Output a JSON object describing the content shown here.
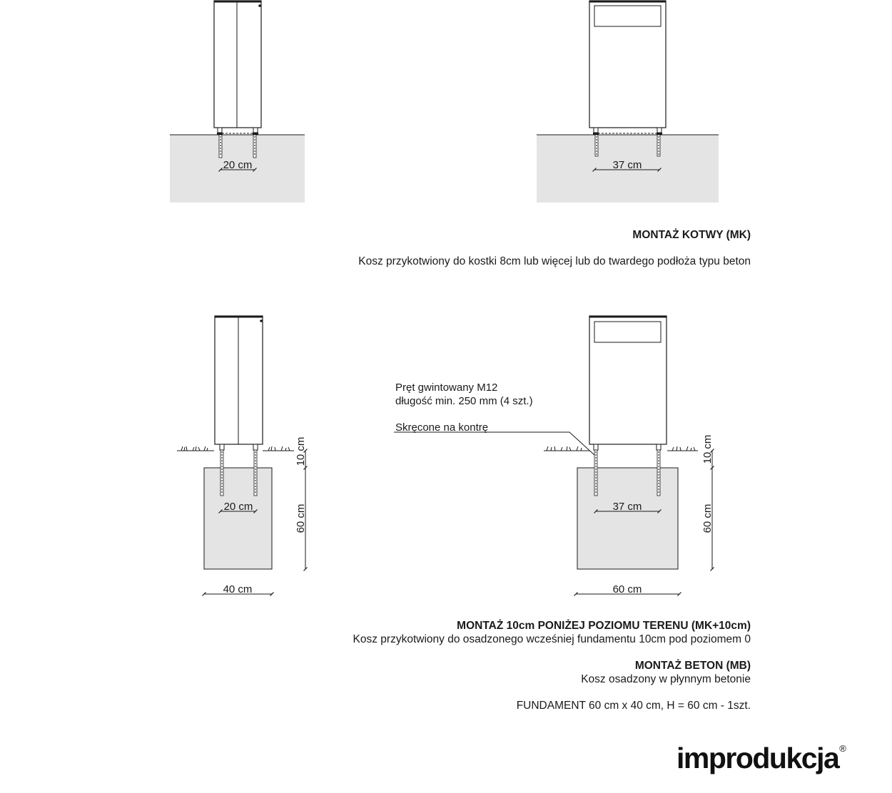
{
  "colors": {
    "ground": "#e4e4e4",
    "lines": "#1a1a1a",
    "bin_fill": "#ffffff"
  },
  "dimensions": {
    "top_left_spacing": "20 cm",
    "top_right_spacing": "37 cm",
    "bottom_left_spacing": "20 cm",
    "bottom_right_spacing": "37 cm",
    "bottom_left_depth_top": "10 cm",
    "bottom_left_depth_foundation": "60 cm",
    "bottom_right_depth_top": "10 cm",
    "bottom_right_depth_foundation": "60 cm",
    "bottom_left_foundation_width": "40 cm",
    "bottom_right_foundation_width": "60 cm"
  },
  "callouts": {
    "rod_line1": "Pręt gwintowany M12",
    "rod_line2": "długość min. 250 mm (4 szt.)",
    "locknut": "Skręcone na kontrę"
  },
  "sections": {
    "mk": {
      "title": "MONTAŻ KOTWY (MK)",
      "desc": "Kosz przykotwiony do kostki 8cm lub więcej lub do twardego podłoża typu beton"
    },
    "mk10": {
      "title": "MONTAŻ 10cm PONIŻEJ POZIOMU TERENU (MK+10cm)",
      "desc": "Kosz przykotwiony do osadzonego wcześniej fundamentu 10cm pod poziomem 0"
    },
    "mb": {
      "title": "MONTAŻ BETON (MB)",
      "desc": "Kosz osadzony w płynnym betonie"
    },
    "foundation_note": "FUNDAMENT 60 cm x 40 cm, H = 60 cm - 1szt."
  },
  "logo": {
    "text": "improdukcja",
    "mark": "®"
  }
}
